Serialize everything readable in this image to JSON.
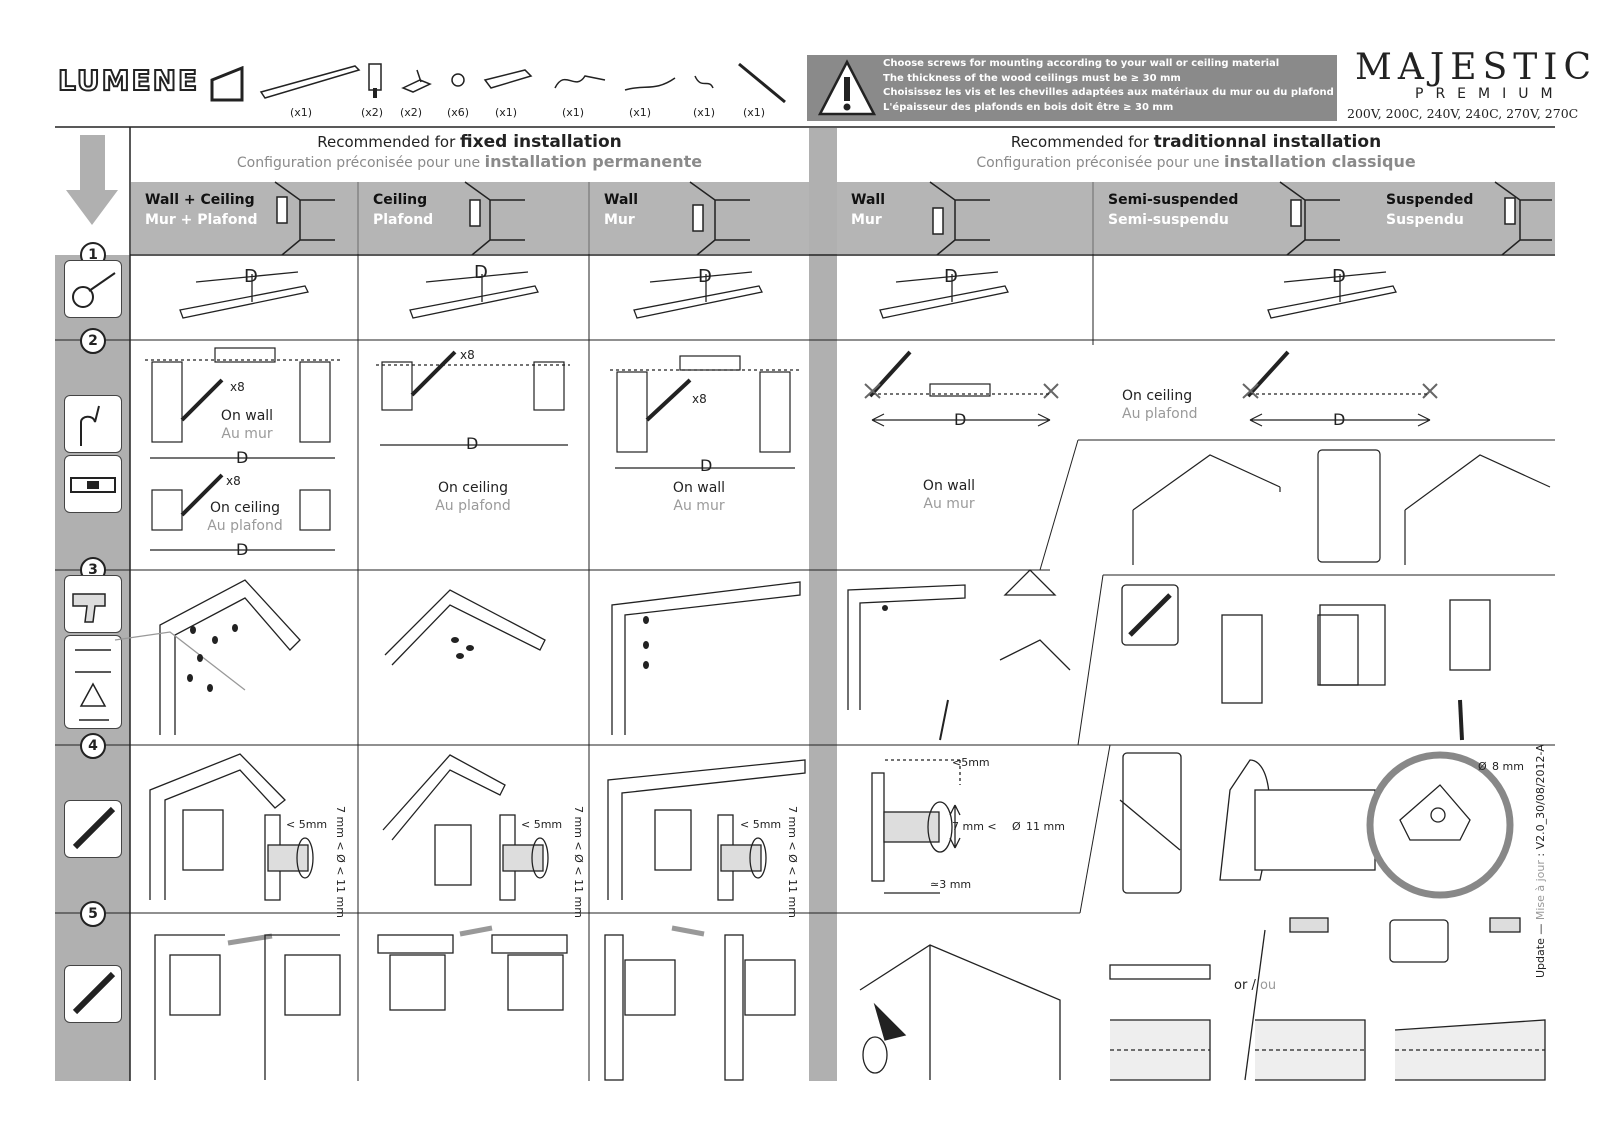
{
  "brand": {
    "logo_text": "LUMENE",
    "product_name": "MAJESTIC",
    "product_sub": "PREMIUM",
    "models": "200V, 200C, 240V, 240C, 270V, 270C"
  },
  "parts": [
    {
      "name": "screen",
      "qty": "(x1)"
    },
    {
      "name": "bracket",
      "qty": "(x2)"
    },
    {
      "name": "plate",
      "qty": "(x2)"
    },
    {
      "name": "screw",
      "qty": "(x6)"
    },
    {
      "name": "remote",
      "qty": "(x1)"
    },
    {
      "name": "cable-1",
      "qty": "(x1)"
    },
    {
      "name": "cable-2",
      "qty": "(x1)"
    },
    {
      "name": "cable-3",
      "qty": "(x1)"
    },
    {
      "name": "hex-key",
      "qty": "(x1)"
    }
  ],
  "warning": {
    "line1": "Choose screws for mounting according to your wall or ceiling material",
    "line2": "The thickness of the wood ceilings must be ≥ 30 mm",
    "line3": "Choisissez les vis et les chevilles adaptées aux matériaux du mur ou du plafond",
    "line4": "L'épaisseur des plafonds en bois doit être ≥ 30 mm"
  },
  "sections": {
    "fixed": {
      "rec_prefix": "Recommended for ",
      "rec_bold": "fixed installation",
      "cfg_prefix": "Configuration préconisée pour une ",
      "cfg_bold": "installation permanente"
    },
    "traditional": {
      "rec_prefix": "Recommended for ",
      "rec_bold": "traditionnal installation",
      "cfg_prefix": "Configuration préconisée pour une ",
      "cfg_bold": "installation classique"
    }
  },
  "columns": [
    {
      "en": "Wall + Ceiling",
      "fr": "Mur + Plafond"
    },
    {
      "en": "Ceiling",
      "fr": "Plafond"
    },
    {
      "en": "Wall",
      "fr": "Mur"
    },
    {
      "en": "Wall",
      "fr": "Mur"
    },
    {
      "en": "Semi-suspended",
      "fr": "Semi-suspendu"
    },
    {
      "en": "Suspended",
      "fr": "Suspendu"
    }
  ],
  "steps": [
    "1",
    "2",
    "3",
    "4",
    "5"
  ],
  "labels": {
    "D": "D",
    "x8": "x8",
    "on_wall": "On wall",
    "au_mur": "Au mur",
    "on_ceiling": "On ceiling",
    "au_plafond": "Au plafond",
    "or": "or",
    "ou": "ou",
    "slash": " / "
  },
  "dims": {
    "lt5": "< 5mm",
    "lt5b": "<5mm",
    "range_vert": "7 mm < Ø < 11 mm",
    "range_h": "7 mm <",
    "range_h2": "11 mm",
    "approx3": "≃3 mm",
    "d8": "8 mm"
  },
  "update": {
    "prefix": "Update — ",
    "mid": "Mise à jour",
    "code": " : V2.0_30/08/2012-A"
  }
}
